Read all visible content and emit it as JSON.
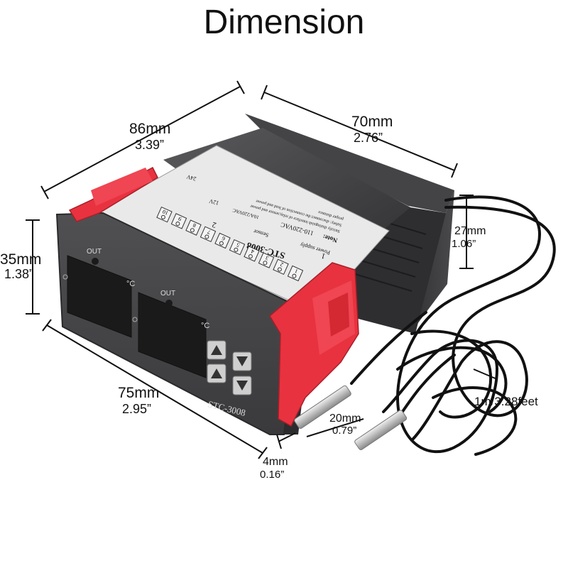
{
  "title": "Dimension",
  "dimensions": {
    "width": {
      "metric": "86mm",
      "imperial": "3.39”"
    },
    "depth": {
      "metric": "70mm",
      "imperial": "2.76”"
    },
    "height": {
      "metric": "35mm",
      "imperial": "1.38”"
    },
    "rear_height": {
      "metric": "27mm",
      "imperial": "1.06”"
    },
    "panel_width": {
      "metric": "75mm",
      "imperial": "2.95”"
    },
    "probe_length": {
      "metric": "20mm",
      "imperial": "0.79”"
    },
    "probe_diameter": {
      "metric": "4mm",
      "imperial": "0.16”"
    },
    "cable_length": "1m/3.28feet"
  },
  "device": {
    "model": "STC-3008",
    "top_model": "STC-3008",
    "out_label": "OUT",
    "unit": "°C",
    "power_supply": "Power supply",
    "sensor_label": "Sensor",
    "voltage": "110-220VAC",
    "relay_rating": "10A/220VAC",
    "note": "Note:",
    "note_line1": "Strictly distinguish interface of relay,sensor and power",
    "note_line2": "Safety: disconnect the connection of lead and power",
    "note_line3": "proper distance",
    "opt_12v": "12V",
    "opt_24v": "24V",
    "terminals": [
      "1",
      "2",
      "3",
      "4",
      "5",
      "6",
      "7",
      "8",
      "9",
      "10"
    ],
    "channels": [
      "1",
      "2"
    ]
  },
  "colors": {
    "body": "#3c3c3e",
    "clip": "#e8323f",
    "label_sheet": "#e9e9e9",
    "probe": "#c7c7c7",
    "cable": "#111111"
  }
}
